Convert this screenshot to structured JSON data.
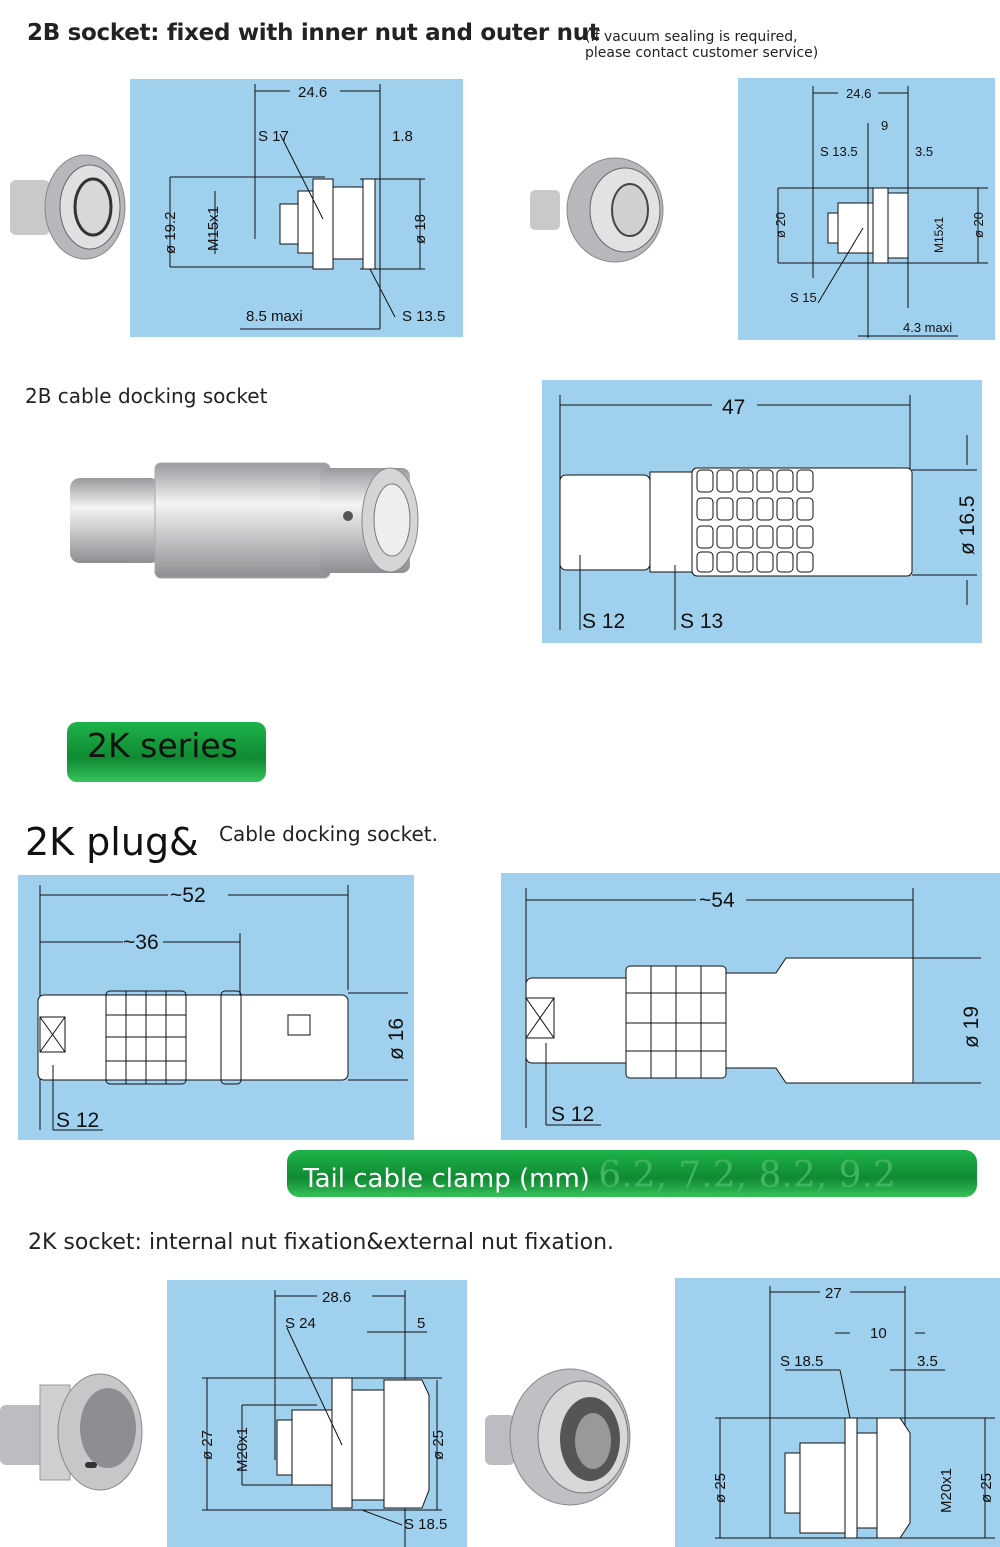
{
  "section_2b_socket": {
    "title": "2B socket: fixed with inner nut and outer nut",
    "note_line1": "(If vacuum sealing is required,",
    "note_line2": "please contact customer service)",
    "drawing_inner": {
      "length": "24.6",
      "nut": "S 17",
      "flange": "1.8",
      "dia_outer": "ø 19.2",
      "thread": "M15x1",
      "dia_inner": "ø 18",
      "panel_max": "8.5 maxi",
      "nut2": "S 13.5"
    },
    "drawing_outer": {
      "length": "24.6",
      "front": "9",
      "nut": "S 13.5",
      "flange": "3.5",
      "dia_left": "ø 20",
      "thread": "M15x1",
      "dia_right": "ø 20",
      "nut2": "S 15",
      "panel_max": "4.3 maxi"
    }
  },
  "section_2b_cable": {
    "title": "2B cable docking socket",
    "drawing": {
      "length": "47",
      "dia": "ø 16.5",
      "wrench1": "S 12",
      "wrench2": "S 13"
    }
  },
  "series_badge": "2K series",
  "section_2k_plug": {
    "title": "2K plug&",
    "subtitle": "Cable docking socket.",
    "plug": {
      "length": "~52",
      "grip": "~36",
      "dia": "ø 16",
      "wrench": "S 12"
    },
    "socket": {
      "length": "~54",
      "dia": "ø 19",
      "wrench": "S 12"
    }
  },
  "tail_clamp": {
    "label": "Tail cable clamp",
    "unit": "(mm)",
    "values": "6.2, 7.2, 8.2, 9.2"
  },
  "section_2k_socket": {
    "title": "2K socket: internal nut fixation&external nut fixation.",
    "drawing_inner": {
      "length": "28.6",
      "nut": "S 24",
      "flange": "5",
      "dia_outer": "ø 27",
      "thread": "M20x1",
      "dia_inner": "ø 25",
      "nut2": "S 18.5"
    },
    "drawing_outer": {
      "length": "27",
      "front": "10",
      "nut": "S 18.5",
      "flange": "3.5",
      "dia_left": "ø 25",
      "thread": "M20x1",
      "dia_right": "ø 25"
    }
  },
  "colors": {
    "panel": "#9fd0ee",
    "badge_green": "#17a23f"
  }
}
